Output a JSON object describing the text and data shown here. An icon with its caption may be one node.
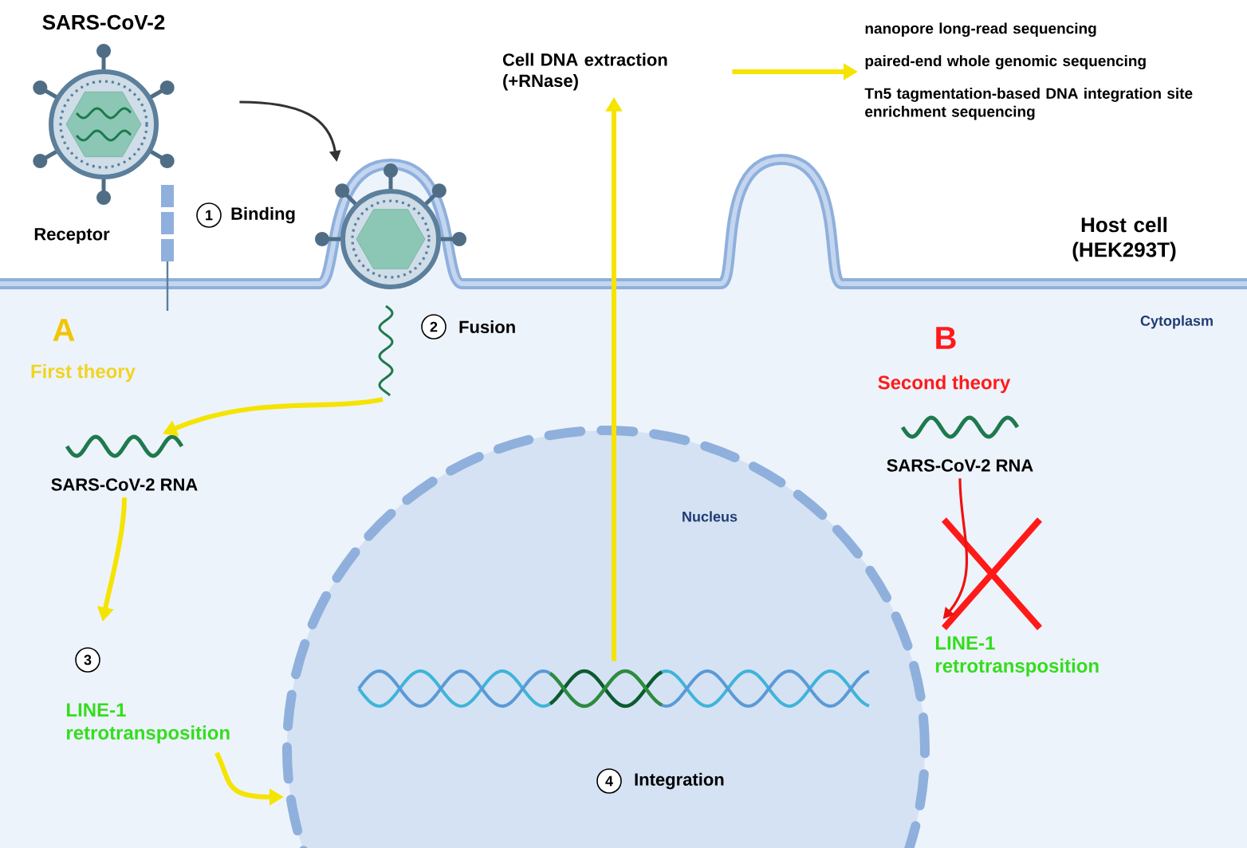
{
  "diagram": {
    "nodes": [
      {
        "text": [
          "SARS-CoV-2"
        ]
      },
      {
        "text": [],
        "shape": "picture"
      },
      {
        "text": [],
        "shape": "picture"
      },
      {
        "text": [
          "SARS-CoV-2 RNA"
        ]
      },
      {
        "text": [
          "LINE-1 retrotransposition"
        ]
      },
      {
        "text": [
          "Nucleus"
        ]
      },
      {
        "text": [],
        "shape": "picture",
        "in": 5
      },
      {
        "text": [
          "Cell DNA extraction (+RNase)"
        ]
      },
      {
        "text": [
          "nanopore long-read sequencing",
          "paired-end whole genomic sequencing",
          "Tn5 tagmentation-based DNA integration site enrichment sequencing"
        ]
      },
      {
        "text": [
          "SARS-CoV-2 RNA"
        ]
      },
      {
        "text": [
          "LINE-1 retrotransposition"
        ]
      }
    ],
    "edges": [
      {
        "from": 0,
        "to": 1,
        "arrow": "to",
        "color": "#333333"
      },
      {
        "from": 2,
        "to": 3,
        "arrow": "to"
      },
      {
        "from": 3,
        "to": 4,
        "arrow": "to"
      },
      {
        "from": 4,
        "to": 5,
        "arrow": "to"
      },
      {
        "from": 6,
        "to": 7,
        "arrow": "to"
      },
      {
        "from": 7,
        "to": 8,
        "arrow": "to"
      },
      {
        "from": 9,
        "to": 10,
        "arrow": "to",
        "color": "#ee1111"
      }
    ],
    "labels": [
      "Receptor",
      "1",
      "Binding",
      "2",
      "Fusion",
      "Host cell (HEK293T)",
      "Cytoplasm",
      "A",
      "First theory",
      "B",
      "Second theory",
      "3",
      "4",
      "Integration"
    ]
  }
}
